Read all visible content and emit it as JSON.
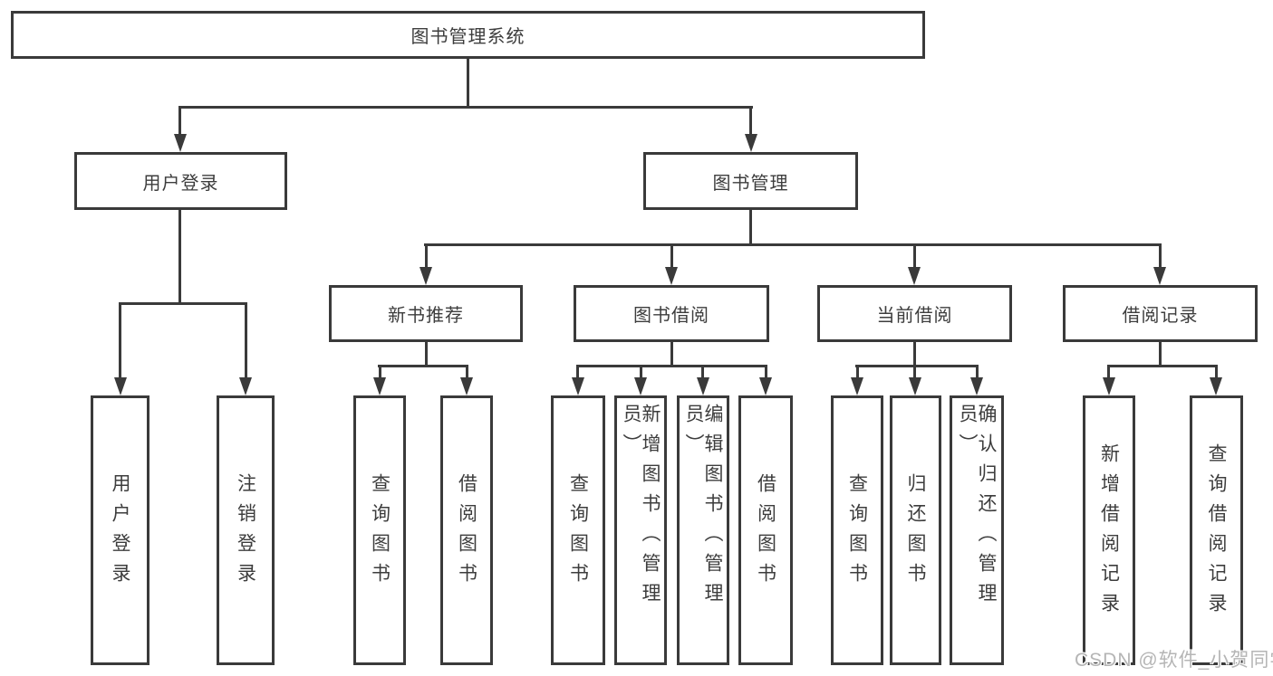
{
  "tree": {
    "root": "图书管理系统",
    "branches": [
      {
        "label": "用户登录",
        "children": [
          "用户登录",
          "注销登录"
        ]
      },
      {
        "label": "图书管理",
        "sections": [
          {
            "label": "新书推荐",
            "children": [
              "查询图书",
              "借阅图书"
            ]
          },
          {
            "label": "图书借阅",
            "children": [
              "查询图书",
              "新增图书（管理员）",
              "编辑图书（管理员）",
              "借阅图书"
            ]
          },
          {
            "label": "当前借阅",
            "children": [
              "查询图书",
              "归还图书",
              "确认归还（管理员）"
            ]
          },
          {
            "label": "借阅记录",
            "children": [
              "新增借阅记录",
              "查询借阅记录"
            ]
          }
        ]
      }
    ]
  },
  "watermark": {
    "text": "CSDN @软件_小贺同学"
  },
  "colors": {
    "line": "#3a3a3a",
    "text": "#3d3d3d",
    "box_fill": "#ffffff",
    "watermark": "#b5b5b5"
  }
}
